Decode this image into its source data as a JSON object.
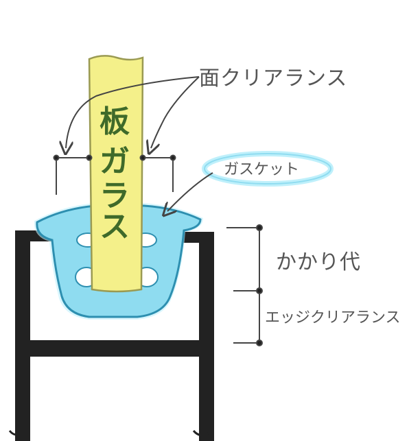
{
  "labels": {
    "face_clearance": "面クリアランス",
    "gasket": "ガスケット",
    "bite": "かかり代",
    "edge_clearance": "エッジクリアランス",
    "glass_chars": [
      "板",
      "ガ",
      "ラ",
      "ス"
    ]
  },
  "colors": {
    "glass_fill": "#f4f08a",
    "glass_stroke": "#9a9a52",
    "gasket_fill": "#8fdcf0",
    "gasket_stroke": "#2d8fb0",
    "gasket_glow": "#bff0fb",
    "frame": "#222222",
    "line": "#444444",
    "text": "#555555"
  }
}
